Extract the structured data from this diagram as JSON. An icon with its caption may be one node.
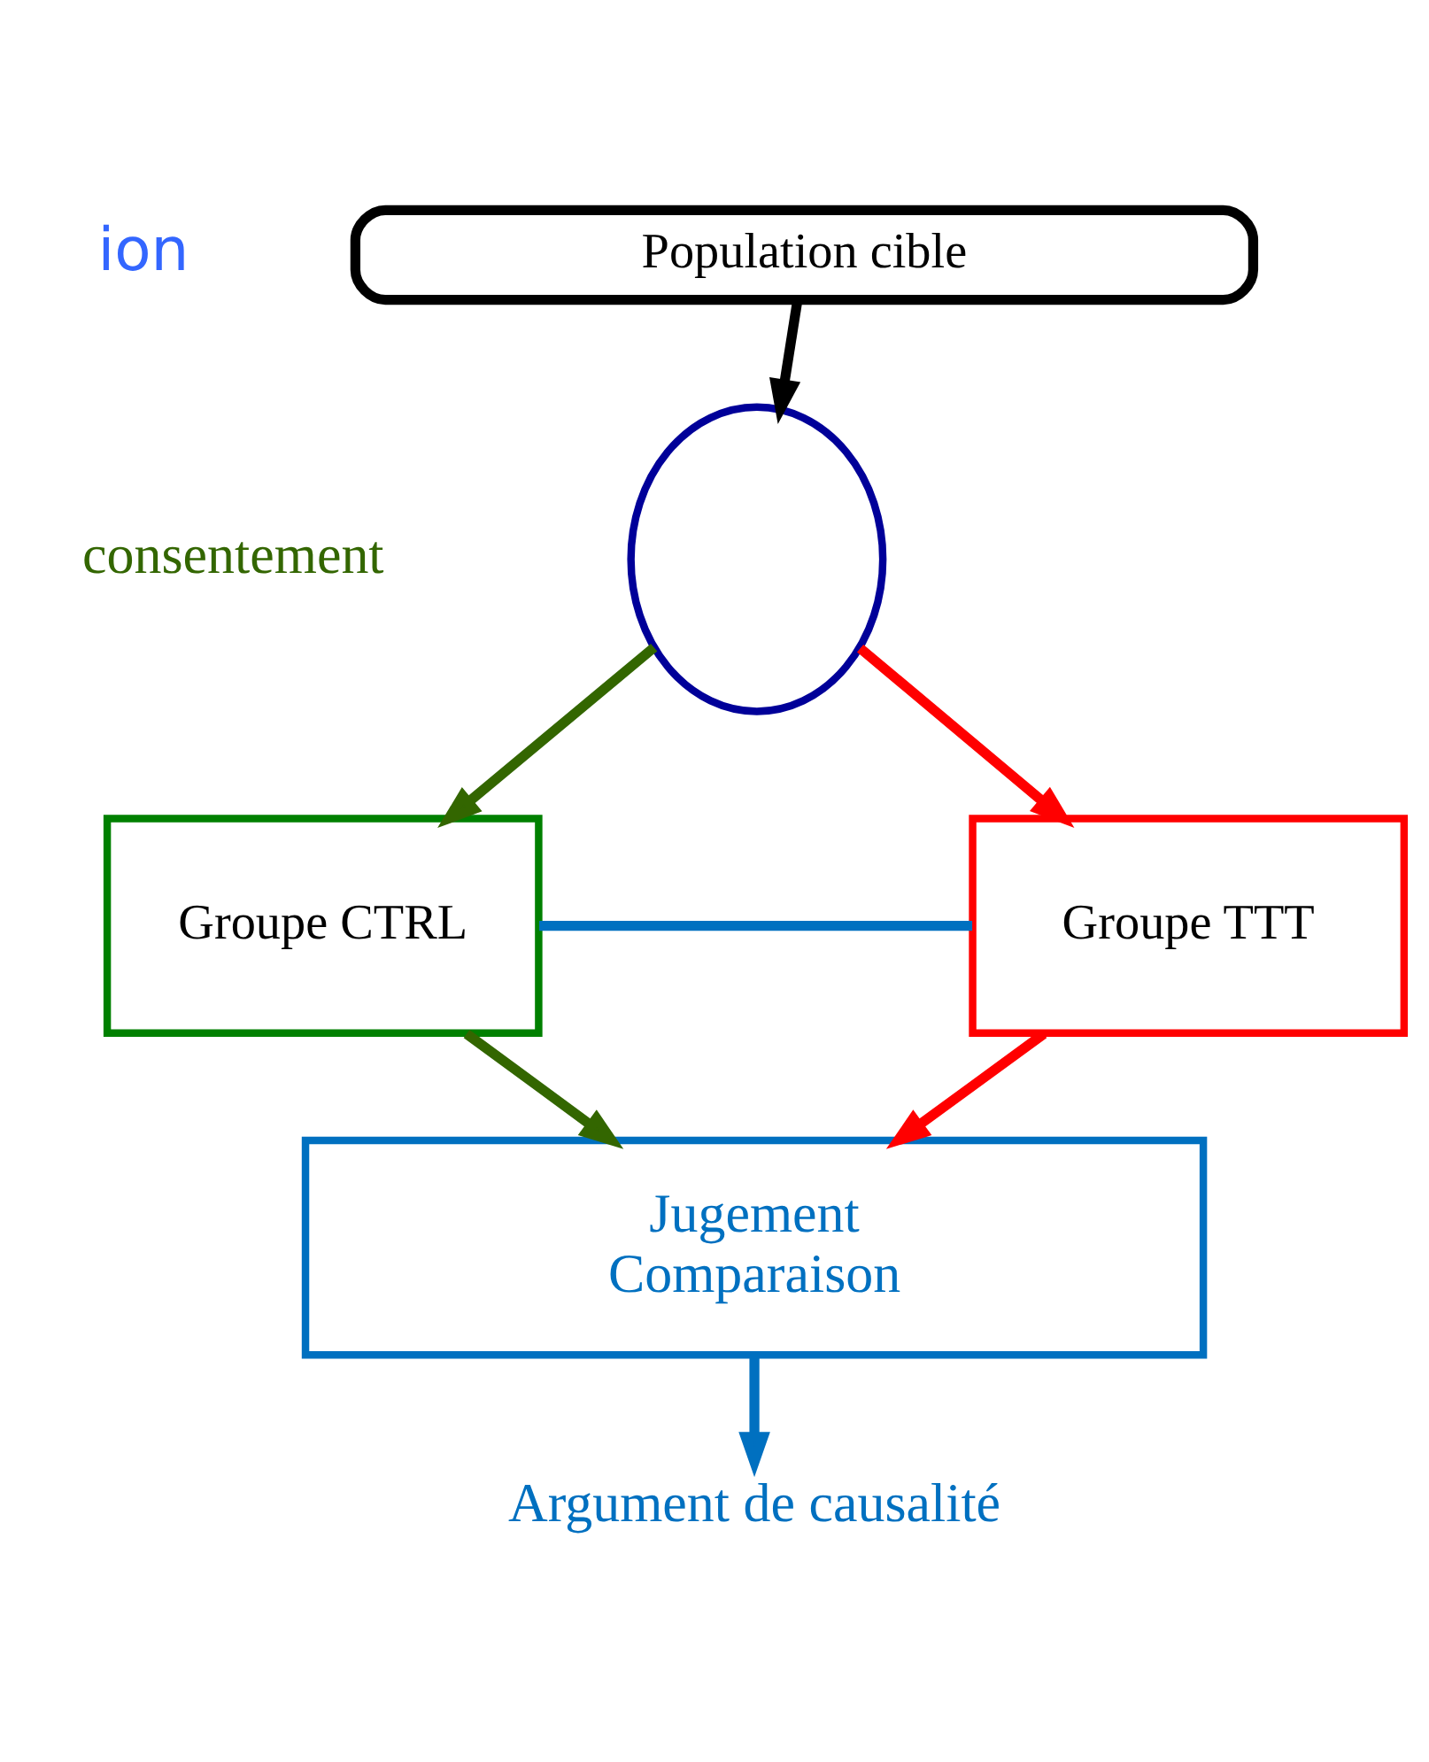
{
  "diagram": {
    "nodes": [
      {
        "text": [
          "Population cible"
        ]
      },
      {
        "text": [],
        "shape": "circle"
      },
      {
        "text": [
          "Groupe CTRL"
        ]
      },
      {
        "text": [
          "Groupe TTT"
        ]
      },
      {
        "text": [
          "Jugement Comparaison"
        ]
      },
      {
        "text": [
          "Argument de causalité"
        ]
      }
    ],
    "edges": [
      {
        "from": 0,
        "to": 1,
        "arrow": "to",
        "color": "#000000"
      },
      {
        "from": 1,
        "to": 2,
        "arrow": "to",
        "color": "#336600"
      },
      {
        "from": 1,
        "to": 3,
        "arrow": "to",
        "color": "#ff0000"
      },
      {
        "from": 2,
        "to": 3,
        "arrow": "none",
        "color": "#0070c0"
      },
      {
        "from": 2,
        "to": 4,
        "arrow": "to",
        "color": "#336600"
      },
      {
        "from": 3,
        "to": 4,
        "arrow": "to",
        "color": "#ff0000"
      },
      {
        "from": 4,
        "to": 5,
        "arrow": "to",
        "color": "#0070c0"
      }
    ],
    "labels": [
      "ion",
      "consentement"
    ]
  }
}
